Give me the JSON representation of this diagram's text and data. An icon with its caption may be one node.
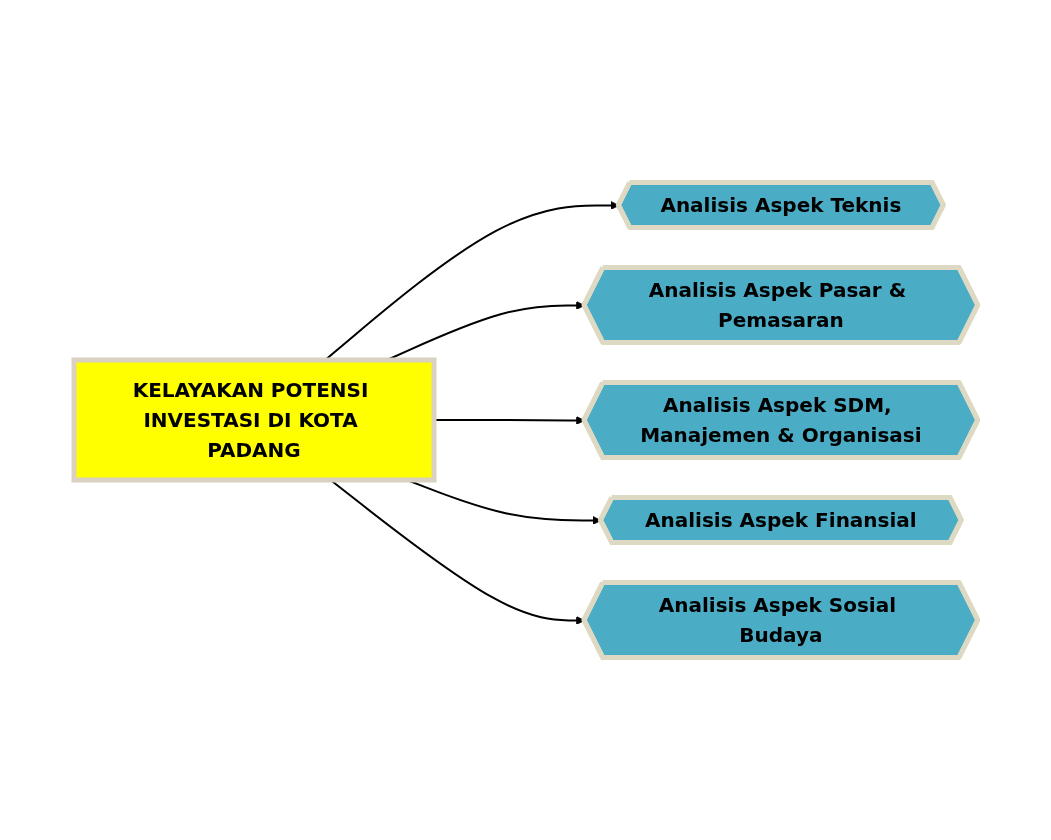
{
  "diagram": {
    "nodes": [
      {
        "text": [
          "KELAYAKAN POTENSI INVESTASI DI KOTA PADANG"
        ]
      },
      {
        "text": [
          "Analisis Aspek Teknis"
        ]
      },
      {
        "text": [
          "Analisis Aspek Pasar & Pemasaran"
        ]
      },
      {
        "text": [
          "Analisis Aspek SDM, Manajemen & Organisasi"
        ]
      },
      {
        "text": [
          "Analisis Aspek Finansial"
        ]
      },
      {
        "text": [
          "Analisis Aspek Sosial Budaya"
        ]
      }
    ],
    "edges": [
      {
        "from": 0,
        "to": 1,
        "arrow": "to"
      },
      {
        "from": 0,
        "to": 2,
        "arrow": "to"
      },
      {
        "from": 0,
        "to": 3,
        "arrow": "to"
      },
      {
        "from": 0,
        "to": 4,
        "arrow": "to"
      },
      {
        "from": 0,
        "to": 5,
        "arrow": "to"
      }
    ]
  }
}
